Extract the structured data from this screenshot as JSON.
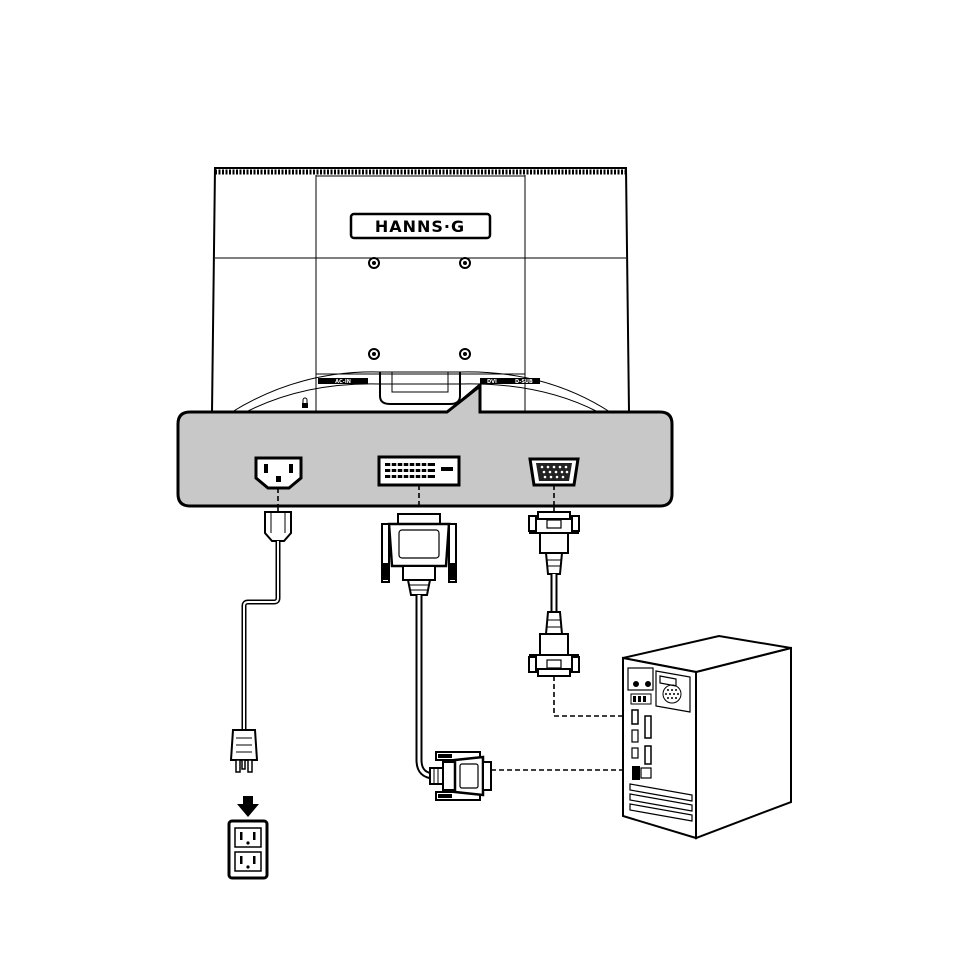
{
  "monitor": {
    "brand": "HANNS·G",
    "port_labels": {
      "ac_in": "AC-IN",
      "dvi": "DVI",
      "d_sub": "D-SUB"
    }
  },
  "connections": [
    {
      "port": "ac_in",
      "cable": "power-cord",
      "to": "wall-outlet"
    },
    {
      "port": "dvi",
      "cable": "dvi-cable",
      "to": "pc-dvi-port"
    },
    {
      "port": "d_sub",
      "cable": "vga-cable",
      "to": "pc-vga-port"
    }
  ],
  "colors": {
    "panel": "#c8c8c8",
    "line": "#000000",
    "background": "#ffffff"
  }
}
